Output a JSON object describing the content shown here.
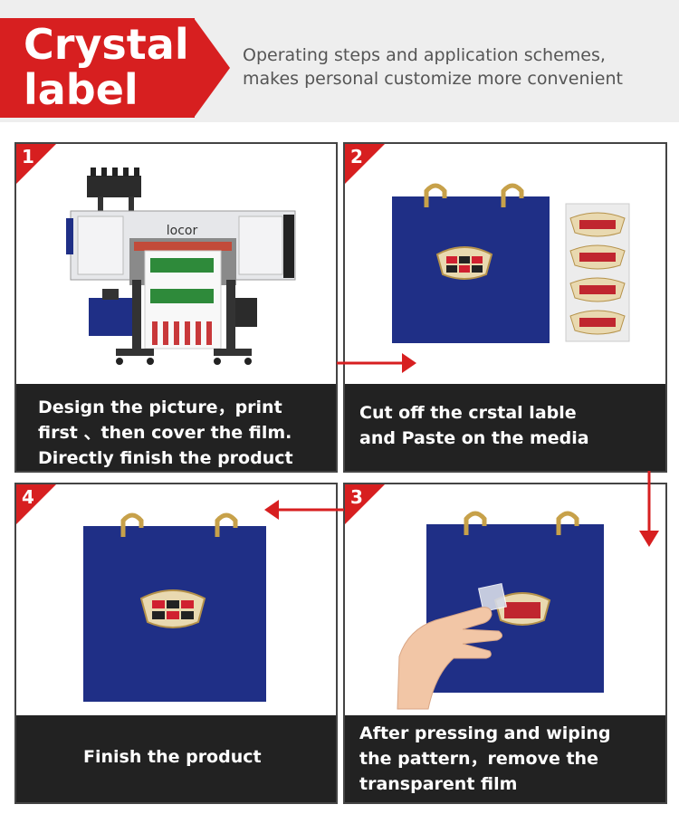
{
  "header": {
    "title_line1": "Crystal",
    "title_line2": "label",
    "subtitle_line1": "Operating steps and application schemes,",
    "subtitle_line2": "makes personal customize more convenient"
  },
  "steps": [
    {
      "number": "1",
      "caption": [
        "Design the picture，print",
        "first 、then cover the film.",
        "Directly finish the product"
      ]
    },
    {
      "number": "2",
      "caption": [
        "Cut off the crstal lable",
        "and Paste on the media"
      ]
    },
    {
      "number": "3",
      "caption": [
        "After pressing and wiping",
        "the pattern，remove the",
        "transparent film"
      ]
    },
    {
      "number": "4",
      "caption": [
        "Finish the product"
      ]
    }
  ],
  "printer": {
    "brand": "locor"
  },
  "colors": {
    "accent": "#d71f20",
    "navy": "#1f2f86",
    "caption_bg": "#222222",
    "header_bg": "#eeeeee"
  },
  "icons": [
    "printer-image",
    "binder-board-image",
    "label-sheet-image",
    "hand-image",
    "arrow-right-icon",
    "arrow-down-icon",
    "arrow-left-icon"
  ]
}
